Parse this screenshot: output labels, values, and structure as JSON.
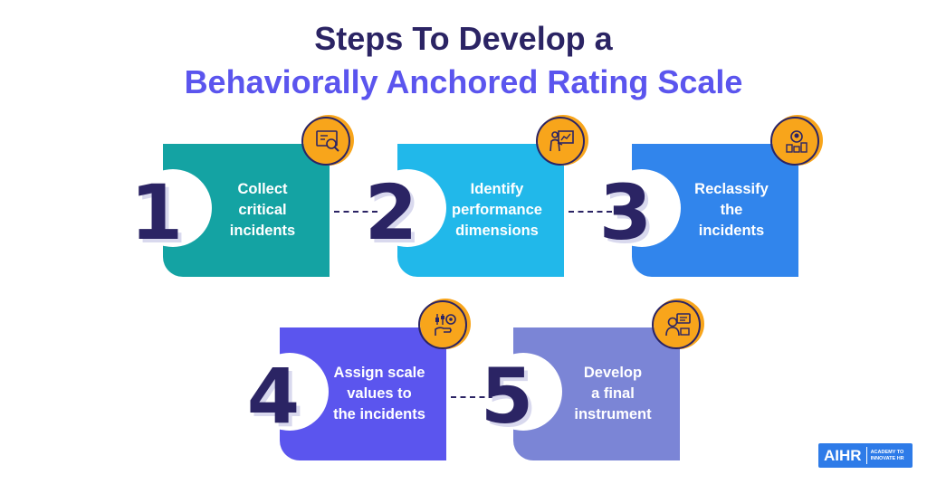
{
  "title": {
    "line1": "Steps To Develop a",
    "line2": "Behaviorally Anchored Rating Scale"
  },
  "steps": [
    {
      "number": "1",
      "lines": [
        "Collect",
        "critical",
        "incidents"
      ],
      "color": "#14a3a3",
      "icon": "analytics-magnifier-icon"
    },
    {
      "number": "2",
      "lines": [
        "Identify",
        "performance",
        "dimensions"
      ],
      "color": "#21b8ea",
      "icon": "presentation-board-icon"
    },
    {
      "number": "3",
      "lines": [
        "Reclassify",
        "the",
        "incidents"
      ],
      "color": "#3185ec",
      "icon": "user-sorting-icon"
    },
    {
      "number": "4",
      "lines": [
        "Assign scale",
        "values to",
        "the incidents"
      ],
      "color": "#5b55ee",
      "icon": "hand-settings-icon"
    },
    {
      "number": "5",
      "lines": [
        "Develop",
        "a final",
        "instrument"
      ],
      "color": "#7b85d6",
      "icon": "chat-user-icon"
    }
  ],
  "colors": {
    "dark_navy": "#2b2464",
    "badge_orange": "#f8a51b"
  },
  "logo": {
    "main": "AIHR",
    "sub_line1": "ACADEMY TO",
    "sub_line2": "INNOVATE HR"
  }
}
